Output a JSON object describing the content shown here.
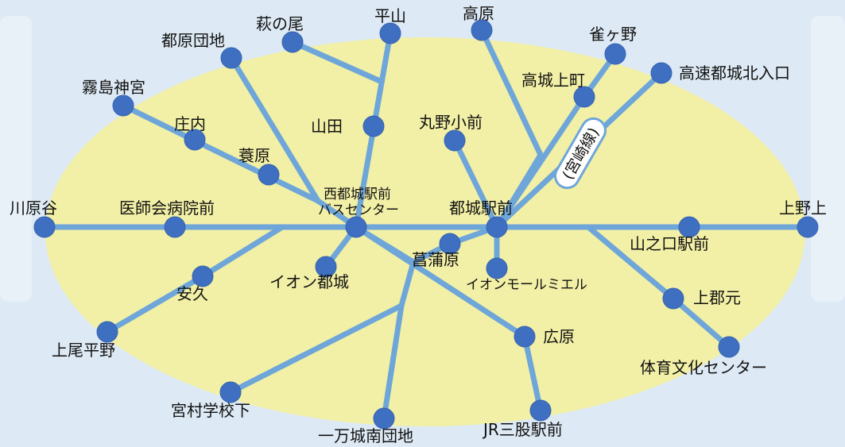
{
  "colors": {
    "background": "#dde9f4",
    "ellipse": "#f2f0a6",
    "route": "#6fa6d9",
    "stop": "#3f6fc0"
  },
  "stops": {
    "hagino_o": "萩の尾",
    "hirayama": "平山",
    "takahara": "高原",
    "miyakonojo_danchi": "都原団地",
    "suzumegano": "雀ヶ野",
    "kosoku_iriguchi": "高速都城北入口",
    "kirishima_jingu": "霧島神宮",
    "takajo_kamimachi": "高城上町",
    "shonai": "庄内",
    "yamada": "山田",
    "maruno_shomae": "丸野小前",
    "kayahara": "蓑原",
    "nishi_station_1": "西都城駅前",
    "nishi_station_2": "バスセンター",
    "kawaharadani": "川原谷",
    "ishikai": "医師会病院前",
    "miyakonojo_eki": "都城駅前",
    "uenoue": "上野上",
    "yamanokuchi": "山之口駅前",
    "shobuhara": "菖蒲原",
    "aeon_mall": "イオンモールミエル",
    "aeon_miyakonojo": "イオン都城",
    "anku": "安久",
    "kamigorimoto": "上郡元",
    "kamio_hirano": "上尾平野",
    "hirohara": "広原",
    "taiiku_center": "体育文化センター",
    "miyamura": "宮村学校下",
    "ichimanjo": "一万城南団地",
    "jr_mitsumata": "JR三股駅前"
  },
  "line_badge": "(宮崎線)"
}
